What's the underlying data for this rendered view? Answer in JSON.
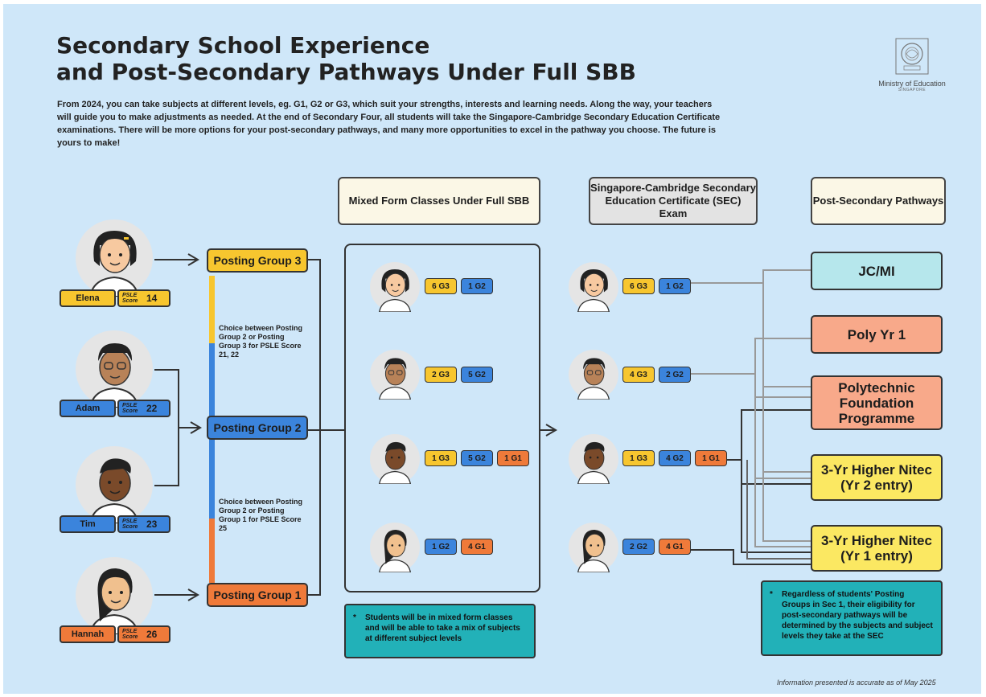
{
  "title_line1": "Secondary School Experience",
  "title_line2": "and Post-Secondary Pathways Under Full SBB",
  "intro": "From 2024, you can take subjects at different levels, eg. G1, G2 or G3, which suit your strengths, interests and learning needs. Along the way, your teachers will guide you to make adjustments as needed. At the end of Secondary Four, all students will take the Singapore-Cambridge Secondary Education Certificate examinations. There will be more options for your post-secondary pathways, and many more opportunities to excel in the pathway you choose. The future is yours to make!",
  "logo": {
    "name": "Ministry of Education",
    "sub": "SINGAPORE"
  },
  "headers": {
    "mixed": "Mixed Form Classes Under Full SBB",
    "sec": "Singapore-Cambridge Secondary Education Certificate (SEC) Exam",
    "post": "Post-Secondary Pathways"
  },
  "students": [
    {
      "name": "Elena",
      "score_label": "PSLE Score",
      "score": "14"
    },
    {
      "name": "Adam",
      "score_label": "PSLE Score",
      "score": "22"
    },
    {
      "name": "Tim",
      "score_label": "PSLE Score",
      "score": "23"
    },
    {
      "name": "Hannah",
      "score_label": "PSLE Score",
      "score": "26"
    }
  ],
  "posting_groups": [
    "Posting Group 3",
    "Posting Group 2",
    "Posting Group 1"
  ],
  "choice_notes": [
    "Choice between Posting Group 2 or Posting Group 3 for PSLE Score 21, 22",
    "Choice between Posting Group 2 or Posting Group 1 for PSLE Score 25"
  ],
  "mixed_rows": [
    [
      "6 G3",
      "1 G2"
    ],
    [
      "2 G3",
      "5 G2"
    ],
    [
      "1 G3",
      "5 G2",
      "1 G1"
    ],
    [
      "1 G2",
      "4 G1"
    ]
  ],
  "sec_rows": [
    [
      "6 G3",
      "1 G2"
    ],
    [
      "4 G3",
      "2 G2"
    ],
    [
      "1 G3",
      "4 G2",
      "1 G1"
    ],
    [
      "2 G2",
      "4 G1"
    ]
  ],
  "pathways": [
    "JC/MI",
    "Poly Yr 1",
    "Polytechnic Foundation Programme",
    "3-Yr Higher Nitec (Yr 2 entry)",
    "3-Yr Higher Nitec (Yr 1 entry)"
  ],
  "callout_mixed": "Students will be in mixed form classes and will be able to take a mix of subjects at different subject levels",
  "callout_post": "Regardless of students' Posting Groups in Sec 1, their eligibility for post-secondary pathways will be determined by the subjects and subject levels they take at the SEC",
  "star": "*",
  "footer": "Information presented is accurate as of May 2025",
  "colors": {
    "background": "#cfe7f9",
    "G3": "#f7c62f",
    "G2": "#3b84dc",
    "G1": "#ef7a3a"
  }
}
